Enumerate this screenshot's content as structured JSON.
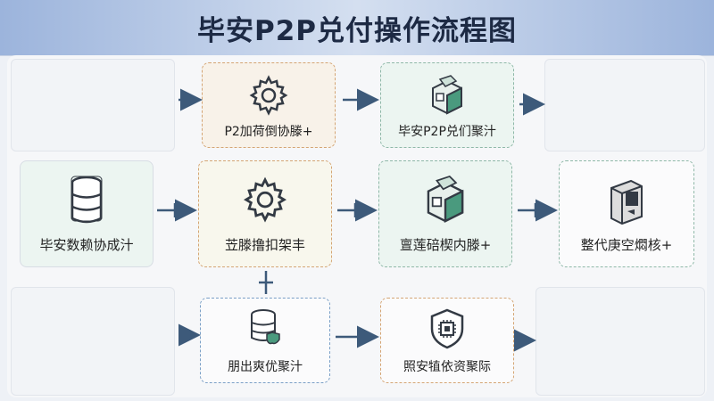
{
  "title": "毕安P2P兑付操作流程图",
  "nodes": [
    {
      "id": "n1",
      "label": "P2加荷倒协滕+",
      "icon": "gear-icon"
    },
    {
      "id": "n2",
      "label": "毕安P2P兑们聚汁",
      "icon": "cube-icon"
    },
    {
      "id": "n3",
      "label": "毕安数赖协成汁",
      "icon": "database-icon"
    },
    {
      "id": "n4",
      "label": "苙滕撸扣架丰",
      "icon": "gear-icon"
    },
    {
      "id": "n5",
      "label": "亶莲碚楔内滕+",
      "icon": "cube-icon"
    },
    {
      "id": "n6",
      "label": "整代庚空燜核+",
      "icon": "server-icon"
    },
    {
      "id": "n7",
      "label": "朋出爽优聚汁",
      "icon": "database-shield-icon"
    },
    {
      "id": "n8",
      "label": "照安犆依资聚际",
      "icon": "shield-chip-icon"
    }
  ],
  "colors": {
    "accent": "#3d5a7a",
    "icon": "#333a44",
    "teal": "#4a9a7e",
    "dashed_orange": "#d4a574",
    "dashed_green": "#8fb8a8",
    "dashed_blue": "#7a9fc6"
  }
}
